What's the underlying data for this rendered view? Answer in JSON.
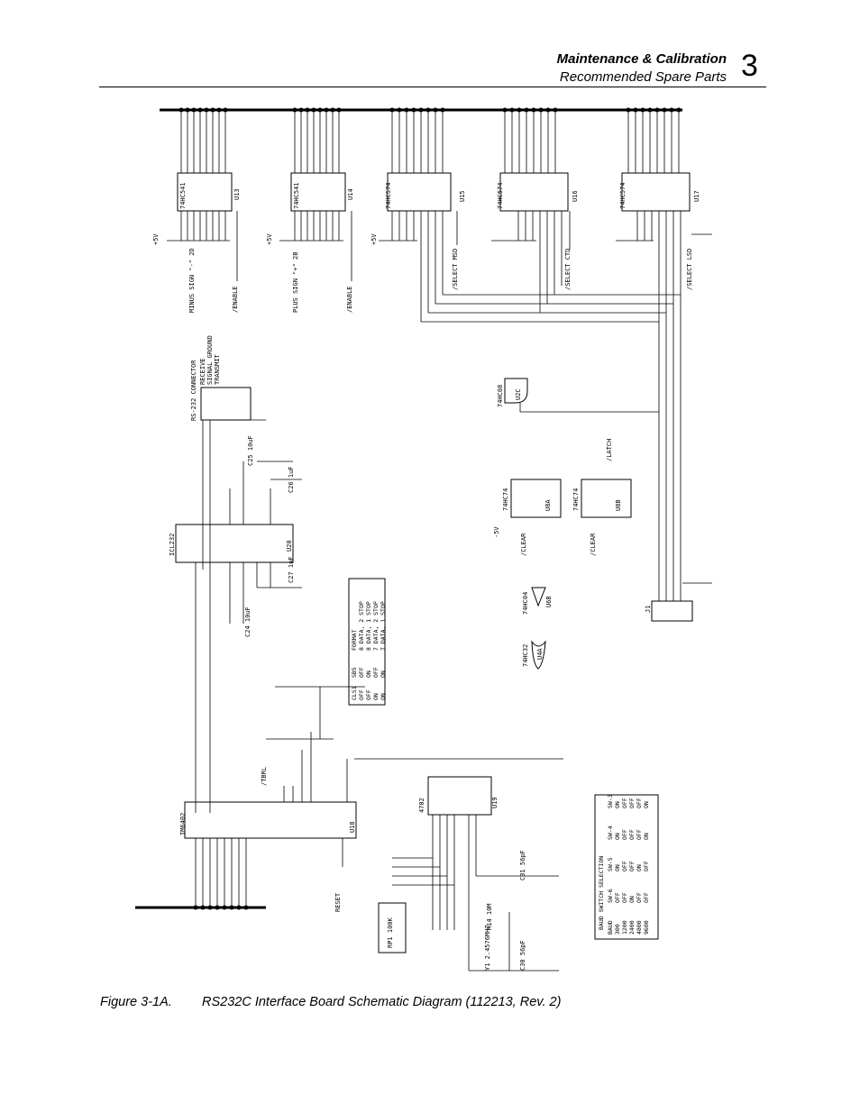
{
  "header": {
    "section_title": "Maintenance & Calibration",
    "subsection_title": "Recommended Spare Parts",
    "chapter_number": "3"
  },
  "figure": {
    "number": "Figure 3-1A.",
    "caption": "RS232C Interface Board Schematic Diagram (112213, Rev. 2)"
  },
  "schematic": {
    "ics": [
      {
        "ref": "U13",
        "part": "74HC541"
      },
      {
        "ref": "U14",
        "part": "74HC541"
      },
      {
        "ref": "U15",
        "part": "74HC574"
      },
      {
        "ref": "U16",
        "part": "74HC574"
      },
      {
        "ref": "U17",
        "part": "74HC574"
      },
      {
        "ref": "U20",
        "part": "ICL232"
      },
      {
        "ref": "U18",
        "part": "IM6402"
      },
      {
        "ref": "U19",
        "part": "4702"
      },
      {
        "ref": "U8A",
        "part": "74HC74"
      },
      {
        "ref": "U8B",
        "part": "74HC74"
      },
      {
        "ref": "U2C",
        "part": "74HC08"
      },
      {
        "ref": "U4A",
        "part": "74HC32"
      },
      {
        "ref": "U6B",
        "part": "74HC04"
      }
    ],
    "labels": {
      "minus_sign": "MINUS SIGN \"-\" 2D",
      "plus_sign": "PLUS SIGN \"+\" 2B",
      "enable": "/ENABLE",
      "msd": "/SELECT MSD",
      "ctrd": "/SELECT CTD",
      "lsd": "/SELECT LSD",
      "rs232": "RS-232 CONNECTOR",
      "receive": "RECEIVE",
      "ground": "SIGNAL GROUND",
      "transmit": "TRANSMIT",
      "plus5": "+5V",
      "minus5": "-5V",
      "clear": "/CLEAR",
      "latch": "/LATCH",
      "reset": "RESET",
      "tbrl": "/TBRL",
      "c24": "C24 10uF",
      "c25": "C25 10uF",
      "c26": "C26 1uF",
      "c27": "C27 1uF",
      "c31": "C31 56pF",
      "c30": "C30 56pF",
      "r14": "R14 10M",
      "y1": "Y1 2.4576MHZ",
      "rp1": "RP1 100K",
      "connector": "J1"
    },
    "sw5_table": {
      "headers": [
        "CLS1",
        "SB5",
        "FORMAT"
      ],
      "rows": [
        [
          "OFF",
          "OFF",
          "8 DATA, 2 STOP"
        ],
        [
          "OFF",
          "ON",
          "8 DATA, 1 STOP"
        ],
        [
          "ON",
          "OFF",
          "7 DATA, 2 STOP"
        ],
        [
          "ON",
          "ON",
          "7 DATA, 1 STOP"
        ]
      ]
    },
    "baud_table": {
      "title": "BAUD SWITCH SELECTION",
      "headers": [
        "BAUD",
        "SW-6",
        "SW-5",
        "SW-4",
        "SW-3"
      ],
      "rows": [
        [
          "300",
          "OFF",
          "ON",
          "ON",
          "ON"
        ],
        [
          "1200",
          "OFF",
          "OFF",
          "OFF",
          "OFF"
        ],
        [
          "2400",
          "ON",
          "OFF",
          "OFF",
          "OFF"
        ],
        [
          "4800",
          "OFF",
          "ON",
          "OFF",
          "OFF"
        ],
        [
          "9600",
          "OFF",
          "OFF",
          "ON",
          "ON"
        ]
      ]
    }
  }
}
